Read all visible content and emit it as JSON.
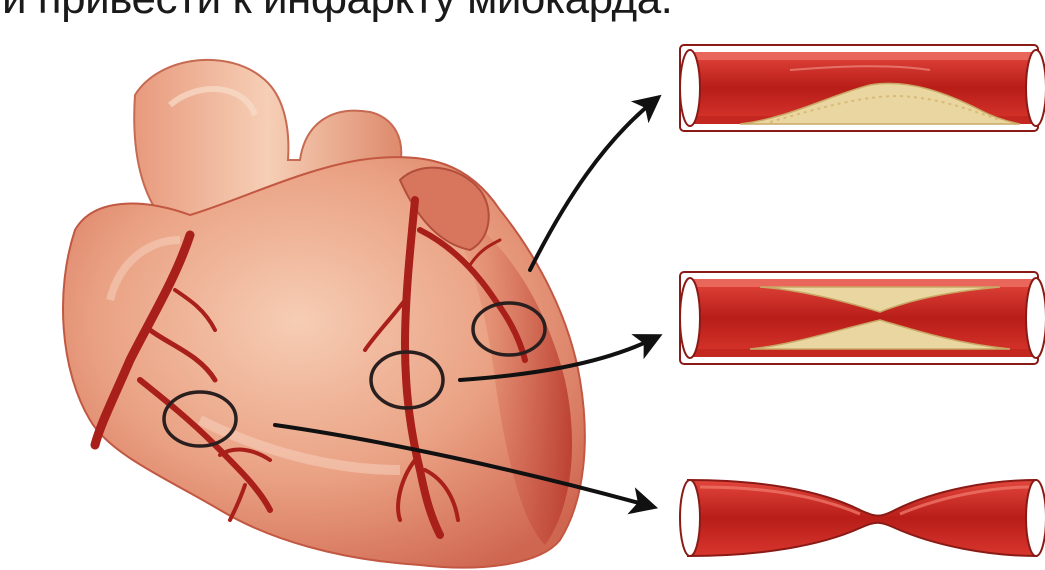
{
  "caption": {
    "text": "и привести к инфаркту миокарда."
  },
  "colors": {
    "heart_light": "#f3c3a8",
    "heart_mid": "#e58a6c",
    "heart_dark": "#c4493a",
    "artery": "#a91f1a",
    "vessel_wall": "#d42a22",
    "vessel_lumen": "#b51c18",
    "plaque": "#ead6a0",
    "arrow": "#111111"
  },
  "vessels": [
    {
      "id": "top",
      "icon": "partial-plaque-vessel-icon"
    },
    {
      "id": "middle",
      "icon": "double-plaque-vessel-icon"
    },
    {
      "id": "bottom",
      "icon": "narrowed-vessel-icon"
    }
  ]
}
